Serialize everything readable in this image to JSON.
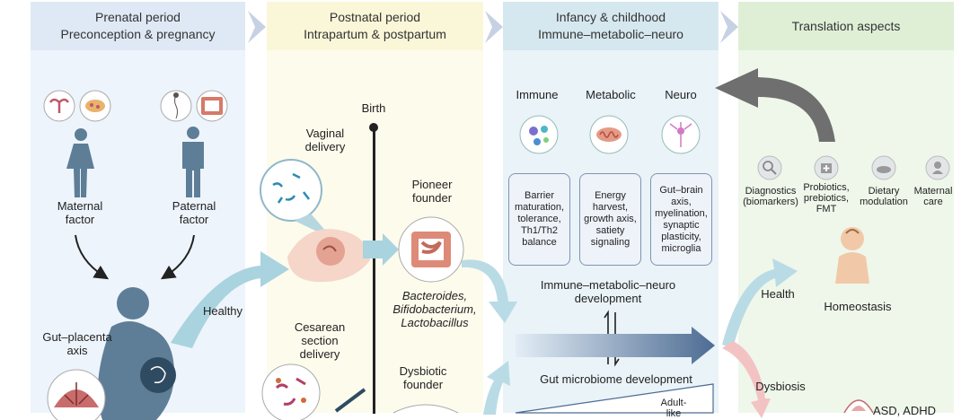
{
  "headers": {
    "prenatal": [
      "Prenatal period",
      "Preconception & pregnancy"
    ],
    "postnatal": [
      "Postnatal period",
      "Intrapartum & postpartum"
    ],
    "infancy": [
      "Infancy & childhood",
      "Immune–metabolic–neuro"
    ],
    "translation": "Translation aspects"
  },
  "prenatal": {
    "maternal": [
      "Maternal",
      "factor"
    ],
    "paternal": [
      "Paternal",
      "factor"
    ],
    "axis": [
      "Gut–placenta",
      "axis"
    ],
    "healthy": "Healthy"
  },
  "postnatal": {
    "birth": "Birth",
    "vaginal": [
      "Vaginal",
      "delivery"
    ],
    "cesarean": [
      "Cesarean",
      "section",
      "delivery"
    ],
    "pioneer": [
      "Pioneer",
      "founder"
    ],
    "bacteria": [
      "Bacteroides,",
      "Bifidobacterium,",
      "Lactobacillus"
    ],
    "dysbiotic": [
      "Dysbiotic",
      "founder"
    ]
  },
  "infancy": {
    "categories": [
      "Immune",
      "Metabolic",
      "Neuro"
    ],
    "boxes": [
      [
        "Barrier",
        "maturation,",
        "tolerance,",
        "Th1/Th2",
        "balance"
      ],
      [
        "Energy",
        "harvest,",
        "growth axis,",
        "satiety",
        "signaling"
      ],
      [
        "Gut–brain",
        "axis,",
        "myelination,",
        "synaptic",
        "plasticity,",
        "microglia"
      ]
    ],
    "development": [
      "Immune–metabolic–neuro",
      "development"
    ],
    "gut": "Gut microbiome development",
    "adult": [
      "Adult-",
      "like"
    ]
  },
  "translation": {
    "items": [
      [
        "Diagnostics",
        "(biomarkers)"
      ],
      [
        "Probiotics,",
        "prebiotics,",
        "FMT"
      ],
      [
        "Dietary",
        "modulation"
      ],
      [
        "Maternal",
        "care"
      ]
    ],
    "health": "Health",
    "homeostasis": "Homeostasis",
    "dysbiosis": "Dysbiosis",
    "disorders": "ASD, ADHD"
  },
  "colors": {
    "prenatal_bg": "#eef4fb",
    "postnatal_bg": "#fdfbec",
    "infancy_bg": "#e9f3f8",
    "translation_bg": "#eef7ea",
    "arrow_blue": "#a9d3df",
    "dark_arrow": "#4d6c93",
    "figure": "#5e7e97"
  }
}
